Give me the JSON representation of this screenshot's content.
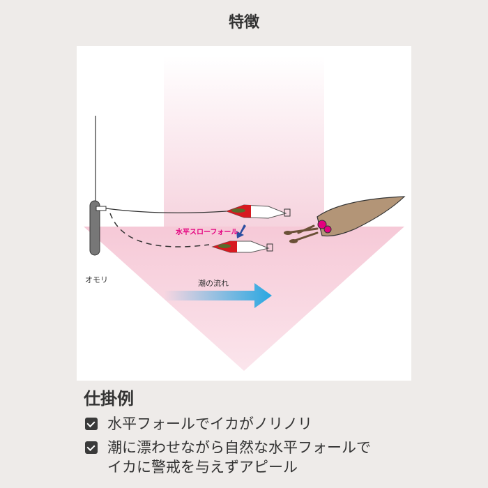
{
  "title": "特徴",
  "diagram": {
    "sinker_label": "オモリ",
    "fall_label": "水平スローフォール",
    "current_label": "潮の流れ"
  },
  "section_title": "仕掛例",
  "features": [
    {
      "lines": [
        "水平フォールでイカがノリノリ"
      ],
      "checked": true
    },
    {
      "lines": [
        "潮に漂わせながら自然な水平フォールで",
        "イカに警戒を与えずアピール"
      ],
      "checked": true
    }
  ],
  "colors": {
    "accent_pink": "#e4007f",
    "arrow_blue": "#29a7e1",
    "bg": "#eeebe9"
  }
}
